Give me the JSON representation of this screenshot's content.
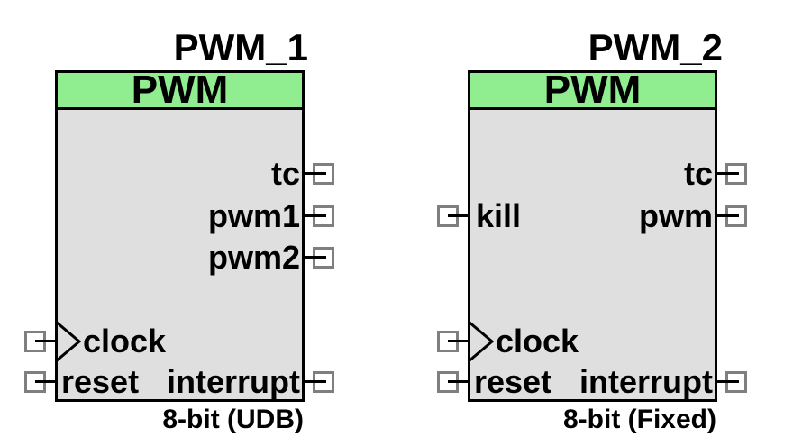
{
  "canvas": {
    "background_color": "#ffffff"
  },
  "colors": {
    "header_green": "#90ee90",
    "body_gray": "#dfdfdf",
    "outline_black": "#000000",
    "terminal_border_gray": "#7f7f7f",
    "terminal_fill": "#ffffff",
    "text_black": "#000000"
  },
  "blocks": [
    {
      "instance_name": "PWM_1",
      "header_label": "PWM",
      "variant_label": "8-bit (UDB)",
      "pins": {
        "left": [
          {
            "label": "clock",
            "has_clock_symbol": true,
            "direction": "input"
          },
          {
            "label": "reset",
            "has_clock_symbol": false,
            "direction": "input"
          }
        ],
        "right": [
          {
            "label": "tc",
            "direction": "output"
          },
          {
            "label": "pwm1",
            "direction": "output"
          },
          {
            "label": "pwm2",
            "direction": "output"
          },
          {
            "label": "interrupt",
            "direction": "output"
          }
        ]
      }
    },
    {
      "instance_name": "PWM_2",
      "header_label": "PWM",
      "variant_label": "8-bit (Fixed)",
      "pins": {
        "left": [
          {
            "label": "kill",
            "has_clock_symbol": false,
            "direction": "input"
          },
          {
            "label": "clock",
            "has_clock_symbol": true,
            "direction": "input"
          },
          {
            "label": "reset",
            "has_clock_symbol": false,
            "direction": "input"
          }
        ],
        "right": [
          {
            "label": "tc",
            "direction": "output"
          },
          {
            "label": "pwm",
            "direction": "output"
          },
          {
            "label": "interrupt",
            "direction": "output"
          }
        ]
      }
    }
  ]
}
